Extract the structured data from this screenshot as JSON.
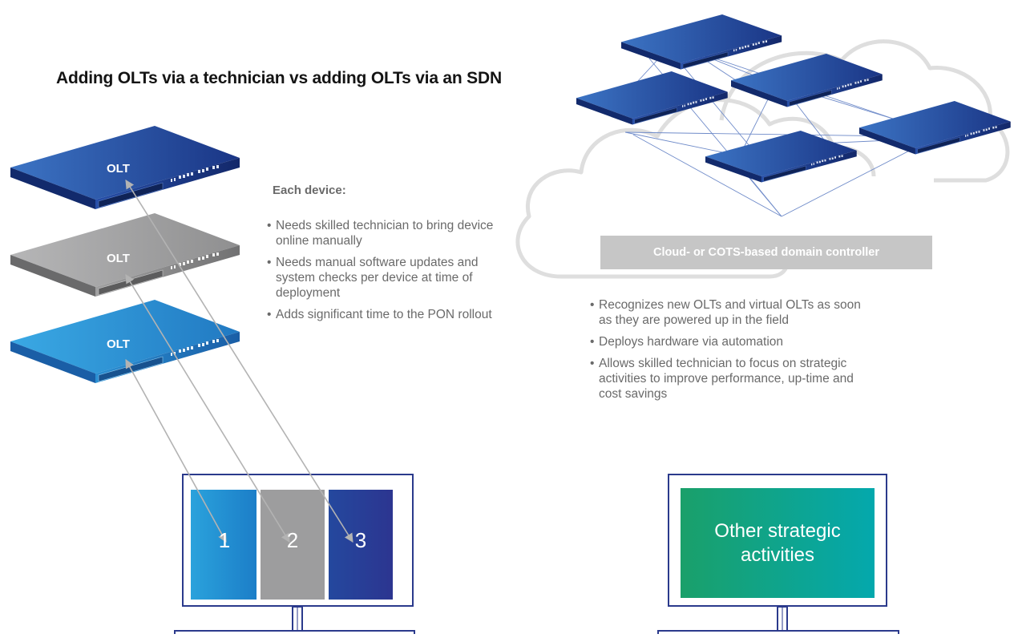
{
  "title": "Adding OLTs via a technician vs adding OLTs via an SDN",
  "left": {
    "devices": [
      {
        "label": "OLT",
        "color": "blue-dark"
      },
      {
        "label": "OLT",
        "color": "gray"
      },
      {
        "label": "OLT",
        "color": "blue-light"
      }
    ],
    "heading": "Each device:",
    "bullets": [
      "Needs skilled technician to bring device online manually",
      "Needs manual software updates and system checks per device at time of deployment",
      "Adds significant time to the PON rollout"
    ],
    "monitor_panels": [
      "1",
      "2",
      "3"
    ]
  },
  "right": {
    "controller_label": "Cloud- or COTS-based domain controller",
    "bullets": [
      "Recognizes new OLTs and virtual OLTs as soon as they are powered up in the field",
      "Deploys hardware via automation",
      "Allows skilled technician to focus on strategic activities to improve performance, up-time and cost savings"
    ],
    "monitor_text": "Other  strategic activities"
  },
  "colors": {
    "dark_blue": "#1b3f93",
    "light_blue": "#2a95d6",
    "gray": "#9d9d9e",
    "monitor_frame": "#2b3a8c",
    "teal_start": "#1aa06a",
    "teal_end": "#04a8ad",
    "cloud_outline": "#dedede"
  }
}
